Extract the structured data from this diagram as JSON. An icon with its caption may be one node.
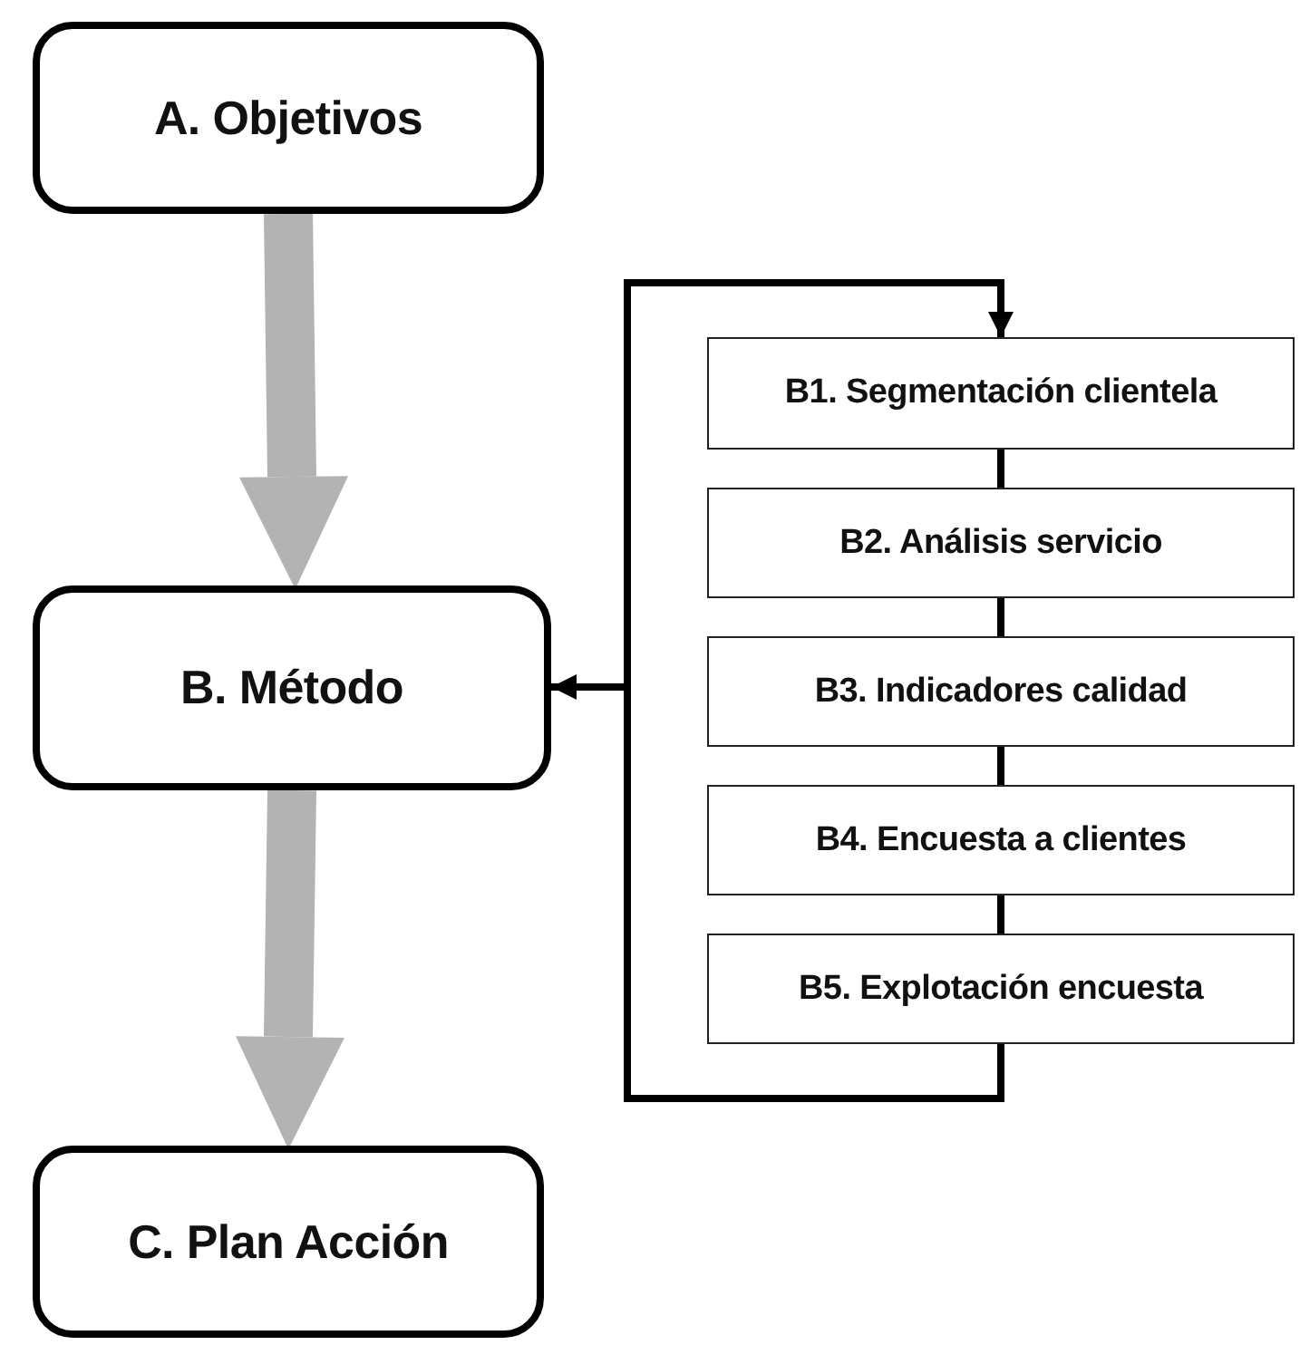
{
  "diagram": {
    "nodes": [
      {
        "text": [
          "A. Objetivos"
        ]
      },
      {
        "text": [
          "B. Método"
        ]
      },
      {
        "text": [
          "C. Plan Acción"
        ]
      },
      {
        "text": [
          "B1. Segmentación clientela"
        ]
      },
      {
        "text": [
          "B2. Análisis servicio"
        ]
      },
      {
        "text": [
          "B3. Indicadores calidad"
        ]
      },
      {
        "text": [
          "B4. Encuesta a clientes"
        ]
      },
      {
        "text": [
          "B5. Explotación encuesta"
        ]
      }
    ],
    "edges": [
      {
        "from": 0,
        "to": 1,
        "arrow": "to",
        "style": "thick",
        "color": "#b3b3b3"
      },
      {
        "from": 1,
        "to": 2,
        "arrow": "to",
        "style": "thick",
        "color": "#b3b3b3"
      },
      {
        "from": 3,
        "to": 4,
        "arrow": "none"
      },
      {
        "from": 4,
        "to": 5,
        "arrow": "none"
      },
      {
        "from": 5,
        "to": 6,
        "arrow": "none"
      },
      {
        "from": 6,
        "to": 7,
        "arrow": "none"
      },
      {
        "from": 7,
        "to": 3,
        "arrow": "to"
      },
      {
        "from": 7,
        "to": 1,
        "arrow": "to"
      }
    ]
  }
}
